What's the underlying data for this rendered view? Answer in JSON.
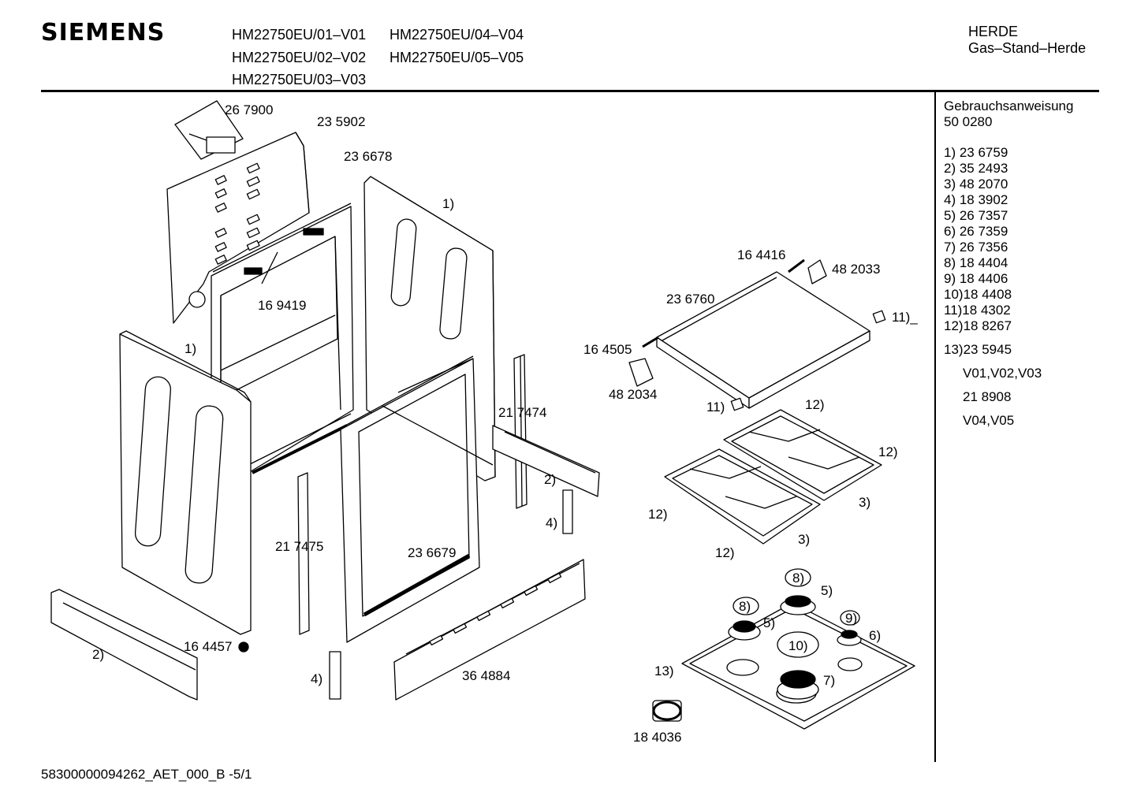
{
  "header": {
    "logo": "SIEMENS",
    "models": [
      "HM22750EU/01–V01",
      "HM22750EU/02–V02",
      "HM22750EU/03–V03",
      "HM22750EU/04–V04",
      "HM22750EU/05–V05"
    ],
    "category": "HERDE",
    "subcategory": "Gas–Stand–Herde"
  },
  "sidepanel": {
    "manual_label": "Gebrauchsanweisung",
    "manual_number": "50 0280",
    "parts": [
      "1) 23 6759",
      "2) 35 2493",
      "3) 48 2070",
      "4) 18 3902",
      "5) 26 7357",
      "6) 26 7359",
      "7) 26 7356",
      "8) 18 4404",
      "9) 18 4406",
      "10)18 4408",
      "11)18 4302",
      "12)18 8267"
    ],
    "item13": "13)23 5945",
    "item13_variant1": "V01,V02,V03",
    "item13_alt": "21 8908",
    "item13_variant2": "V04,V05"
  },
  "labels": {
    "p267900": "26 7900",
    "p235902": "23 5902",
    "p236678": "23 6678",
    "p169419": "16 9419",
    "ref1_top": "1)",
    "ref1_left": "1)",
    "p217474": "21 7474",
    "ref2_right": "2)",
    "ref4_right": "4)",
    "p217475": "21 7475",
    "p236679": "23 6679",
    "ref2_left": "2)",
    "p164457": "16 4457",
    "ref4_bottom": "4)",
    "p364884": "36 4884",
    "p164416": "16 4416",
    "p482033": "48 2033",
    "p236760": "23 6760",
    "ref11_right": "11)_",
    "p164505": "16 4505",
    "p482034": "48 2034",
    "ref11_bottom": "11)",
    "ref12_a": "12)",
    "ref12_b": "12)",
    "ref12_c": "12)",
    "ref12_d": "12)",
    "ref3_a": "3)",
    "ref3_b": "3)",
    "ref8_a": "8)",
    "ref8_b": "8)",
    "ref5_a": "5)",
    "ref5_b": "5)",
    "ref9": "9)",
    "ref6": "6)",
    "ref10": "10)",
    "ref7": "7)",
    "ref13": "13)",
    "p184036": "18 4036"
  },
  "footer": "58300000094262_AET_000_B  -5/1"
}
